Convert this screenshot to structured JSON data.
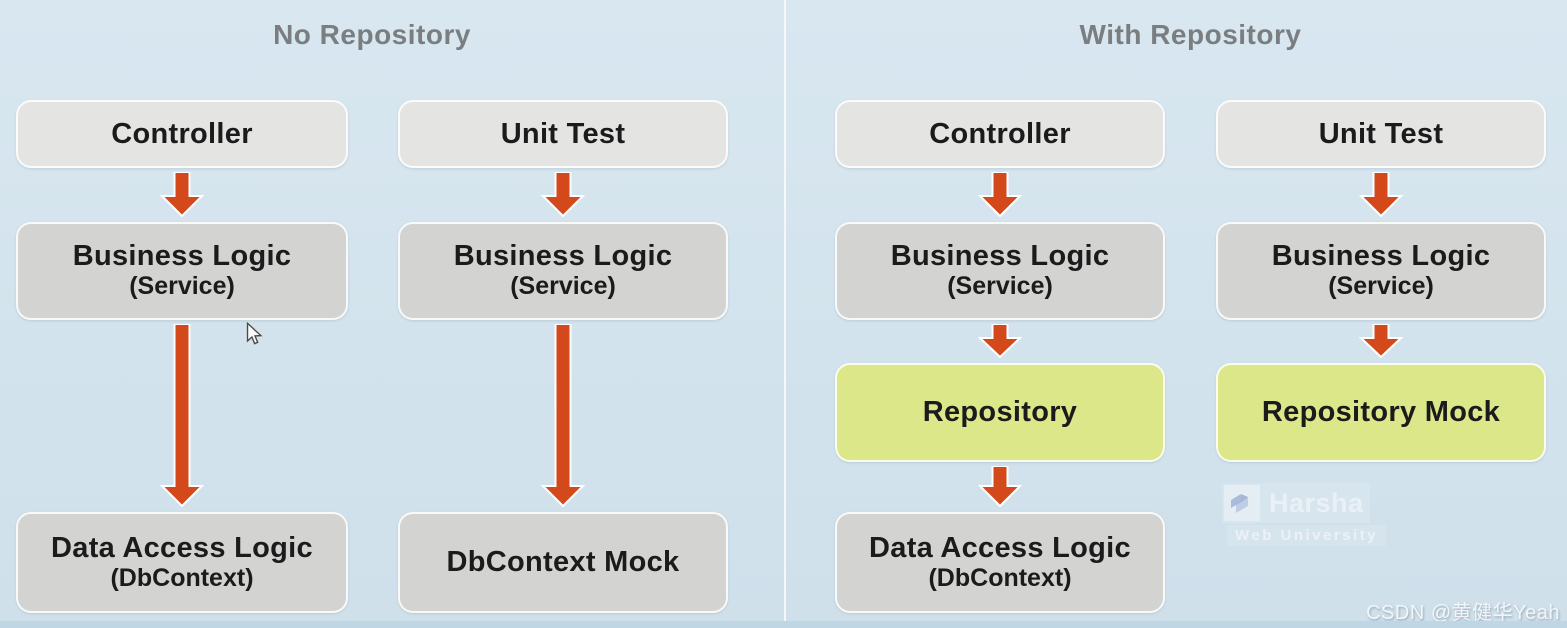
{
  "colors": {
    "background": "#d3e3ed",
    "bottom_strip": "#bfd7e5",
    "divider": "rgba(255,255,255,0.75)",
    "box_light": "#e4e4e3",
    "box_gray": "#d3d3d2",
    "box_green": "#dce78a",
    "arrow": "#d3491b",
    "title_text": "#7a7e81",
    "box_text": "#1b1b1b"
  },
  "diagram": {
    "sections": [
      {
        "title": "No Repository",
        "columns": [
          {
            "name": "controller-flow",
            "nodes": [
              {
                "label": "Controller",
                "variant": "light",
                "row": 0
              },
              {
                "label": "Business Logic",
                "sublabel": "(Service)",
                "variant": "gray",
                "row": 1
              },
              {
                "label": "Data Access Logic",
                "sublabel": "(DbContext)",
                "variant": "gray",
                "row": 3
              }
            ]
          },
          {
            "name": "unit-test-flow",
            "nodes": [
              {
                "label": "Unit Test",
                "variant": "light",
                "row": 0
              },
              {
                "label": "Business Logic",
                "sublabel": "(Service)",
                "variant": "gray",
                "row": 1
              },
              {
                "label": "DbContext Mock",
                "variant": "gray",
                "row": 3
              }
            ]
          }
        ]
      },
      {
        "title": "With Repository",
        "columns": [
          {
            "name": "controller-flow",
            "nodes": [
              {
                "label": "Controller",
                "variant": "light",
                "row": 0
              },
              {
                "label": "Business Logic",
                "sublabel": "(Service)",
                "variant": "gray",
                "row": 1
              },
              {
                "label": "Repository",
                "variant": "green",
                "row": 2
              },
              {
                "label": "Data Access Logic",
                "sublabel": "(DbContext)",
                "variant": "gray",
                "row": 3
              }
            ]
          },
          {
            "name": "unit-test-flow",
            "nodes": [
              {
                "label": "Unit Test",
                "variant": "light",
                "row": 0
              },
              {
                "label": "Business Logic",
                "sublabel": "(Service)",
                "variant": "gray",
                "row": 1
              },
              {
                "label": "Repository Mock",
                "variant": "green",
                "row": 2
              }
            ]
          }
        ]
      }
    ]
  },
  "watermark": {
    "brand": "Harsha",
    "subtitle": "Web University",
    "logo_icon": "layers-icon"
  },
  "credit": "CSDN @黄健华Yeah",
  "cursor_icon": "arrow-pointer-icon"
}
